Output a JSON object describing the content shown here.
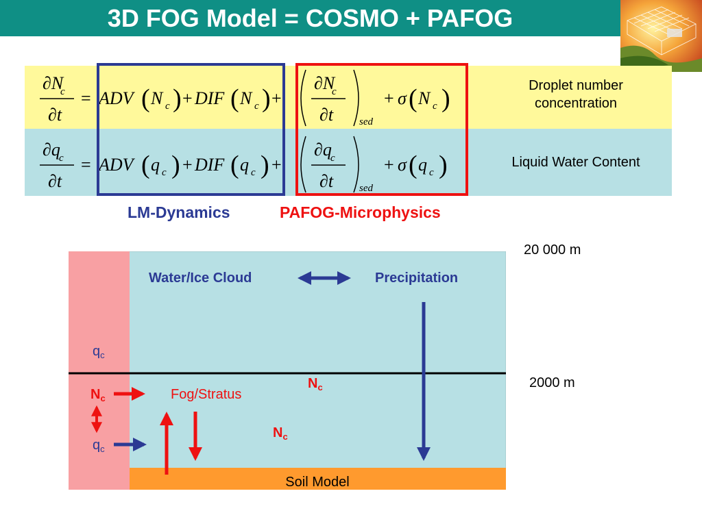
{
  "title": "3D FOG Model = COSMO + PAFOG",
  "logo": {
    "name": "model-grid-logo"
  },
  "equations": {
    "nc": {
      "lhs_num": "∂N",
      "lhs_den": "∂t",
      "var": "N",
      "sub": "c",
      "adv": "ADV",
      "dif": "DIF",
      "sed": "sed",
      "sigma": "σ"
    },
    "qc": {
      "lhs_num": "∂q",
      "lhs_den": "∂t",
      "var": "q",
      "sub": "c",
      "adv": "ADV",
      "dif": "DIF",
      "sed": "sed",
      "sigma": "σ"
    }
  },
  "descriptions": {
    "nc": "Droplet number concentration",
    "qc": "Liquid Water Content"
  },
  "labels": {
    "lm_dynamics": "LM-Dynamics",
    "pafog_microphysics": "PAFOG-Microphysics"
  },
  "model": {
    "water_ice_cloud": "Water/Ice Cloud",
    "precipitation": "Precipitation",
    "fog_stratus": "Fog/Stratus",
    "soil_model": "Soil Model",
    "qc_upper": {
      "main": "q",
      "sub": "c"
    },
    "nc_left": {
      "main": "N",
      "sub": "c"
    },
    "qc_lower": {
      "main": "q",
      "sub": "c"
    },
    "nc_mid_top": {
      "main": "N",
      "sub": "c"
    },
    "nc_mid_low": {
      "main": "N",
      "sub": "c"
    }
  },
  "altitudes": {
    "top": "20 000 m",
    "mid": "2000 m"
  },
  "colors": {
    "teal": "#0f8f85",
    "yellow": "#fff99b",
    "light_blue": "#b7e0e4",
    "pink": "#f8a0a3",
    "orange": "#ff9a2e",
    "blue": "#2b3a94",
    "red": "#ee1111"
  }
}
